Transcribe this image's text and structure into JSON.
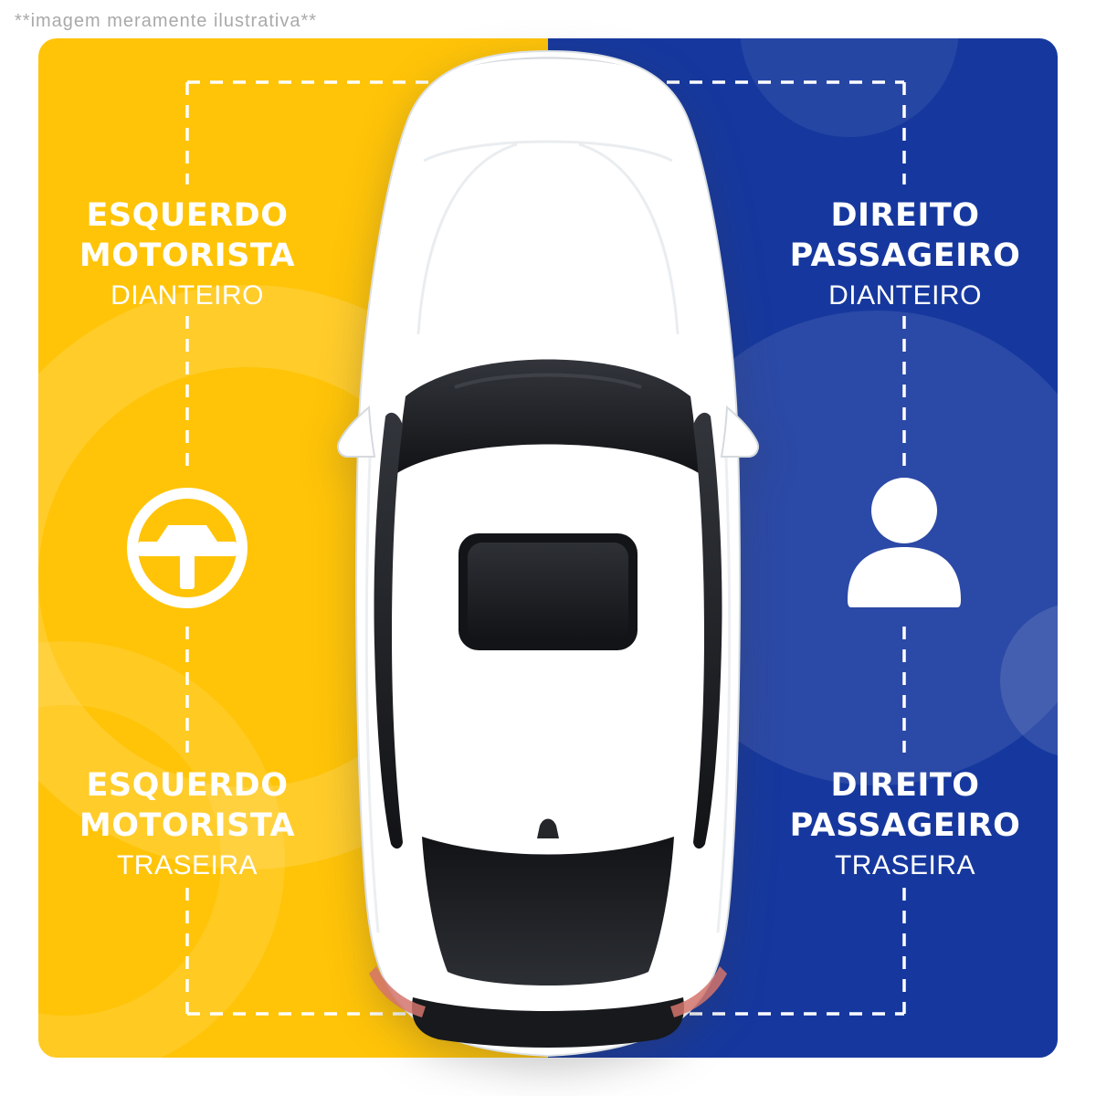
{
  "disclaimer": "**imagem meramente ilustrativa**",
  "panels": {
    "left": {
      "name": "driver-side",
      "front": {
        "line1": "ESQUERDO",
        "line2": "MOTORISTA",
        "line3": "DIANTEIRO"
      },
      "rear": {
        "line1": "ESQUERDO",
        "line2": "MOTORISTA",
        "line3": "TRASEIRA"
      },
      "icon": "steering-wheel-icon"
    },
    "right": {
      "name": "passenger-side",
      "front": {
        "line1": "DIREITO",
        "line2": "PASSAGEIRO",
        "line3": "DIANTEIRO"
      },
      "rear": {
        "line1": "DIREITO",
        "line2": "PASSAGEIRO",
        "line3": "TRASEIRA"
      },
      "icon": "person-icon"
    }
  },
  "colors": {
    "left_bg": "#FFC408",
    "right_bg": "#16389E",
    "label_text": "#FFFFFF",
    "disclaimer_text": "#A9A9A9",
    "dashed_line": "#FFFFFF",
    "car_body": "#FFFFFF",
    "glass": "#1A1C1F"
  }
}
